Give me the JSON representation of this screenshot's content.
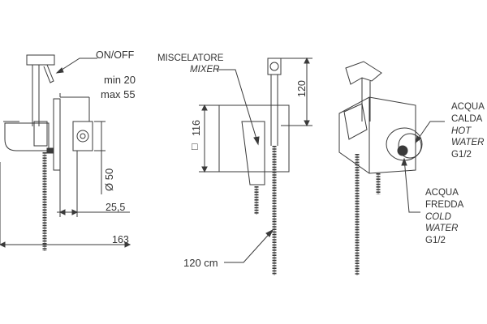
{
  "labels": {
    "on_off": "ON/OFF",
    "min": "min 20",
    "max": "max 55",
    "diameter": "Ø 50",
    "dim_25_5": "25,5",
    "dim_163": "163",
    "miscelatore": "MISCELATORE",
    "mixer": "MIXER",
    "dim_120": "120",
    "dim_116": "116",
    "square_symbol": "□",
    "hose_length": "120 cm",
    "hot_1": "ACQUA",
    "hot_2": "CALDA",
    "hot_3": "HOT",
    "hot_4": "WATER",
    "hot_5": "G1/2",
    "cold_1": "ACQUA",
    "cold_2": "FREDDA",
    "cold_3": "COLD",
    "cold_4": "WATER",
    "cold_5": "G1/2"
  },
  "colors": {
    "line": "#3a3a3a",
    "background": "#ffffff"
  }
}
